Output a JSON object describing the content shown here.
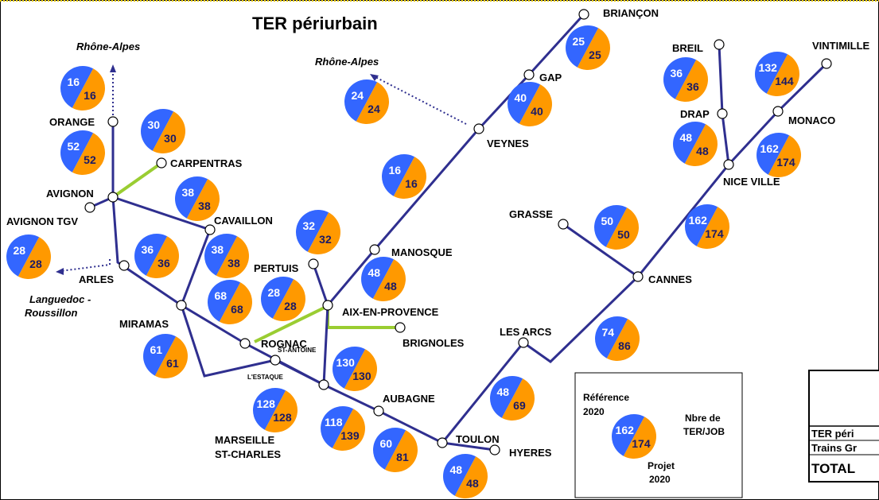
{
  "title": "TER périurbain",
  "colors": {
    "line": "#2f2f8f",
    "green": "#9acd32",
    "ref": "#3366ff",
    "proj": "#ff9900",
    "proj_text": "#1a1a66",
    "ref_text": "#ffffff"
  },
  "direction_labels": {
    "rhone_alpes_1": "Rhône-Alpes",
    "rhone_alpes_2": "Rhône-Alpes",
    "languedoc_1": "Languedoc -",
    "languedoc_2": "Roussillon"
  },
  "stations": {
    "briancon": "BRIANÇON",
    "gap": "GAP",
    "veynes": "VEYNES",
    "manosque": "MANOSQUE",
    "pertuis": "PERTUIS",
    "aix": "AIX-EN-PROVENCE",
    "brignoles": "BRIGNOLES",
    "orange": "ORANGE",
    "carpentras": "CARPENTRAS",
    "avignon": "AVIGNON",
    "avignon_tgv": "AVIGNON TGV",
    "cavaillon": "CAVAILLON",
    "arles": "ARLES",
    "miramas": "MIRAMAS",
    "rognac": "ROGNAC",
    "st_antoine": "ST-ANTOINE",
    "estaque": "L'ESTAQUE",
    "marseille_1": "MARSEILLE",
    "marseille_2": "ST-CHARLES",
    "aubagne": "AUBAGNE",
    "toulon": "TOULON",
    "hyeres": "HYERES",
    "les_arcs": "LES ARCS",
    "grasse": "GRASSE",
    "cannes": "CANNES",
    "nice": "NICE VILLE",
    "monaco": "MONACO",
    "vintimille": "VINTIMILLE",
    "breil": "BREIL",
    "drap": "DRAP"
  },
  "pies": [
    {
      "id": "orange-north",
      "ref": "16",
      "proj": "16"
    },
    {
      "id": "orange-avignon",
      "ref": "52",
      "proj": "52"
    },
    {
      "id": "carpentras",
      "ref": "30",
      "proj": "30"
    },
    {
      "id": "cavaillon",
      "ref": "38",
      "proj": "38"
    },
    {
      "id": "arles-west",
      "ref": "28",
      "proj": "28"
    },
    {
      "id": "arles-miramas",
      "ref": "36",
      "proj": "36"
    },
    {
      "id": "cavaillon-miramas",
      "ref": "38",
      "proj": "38"
    },
    {
      "id": "rognac-miramas",
      "ref": "68",
      "proj": "68"
    },
    {
      "id": "miramas-estaque",
      "ref": "61",
      "proj": "61"
    },
    {
      "id": "pertuis",
      "ref": "32",
      "proj": "32"
    },
    {
      "id": "rognac-aix",
      "ref": "28",
      "proj": "28"
    },
    {
      "id": "aix-manosque",
      "ref": "48",
      "proj": "48"
    },
    {
      "id": "veynes-rhone",
      "ref": "24",
      "proj": "24"
    },
    {
      "id": "manosque-veynes",
      "ref": "16",
      "proj": "16"
    },
    {
      "id": "veynes-gap",
      "ref": "40",
      "proj": "40"
    },
    {
      "id": "gap-briancon",
      "ref": "25",
      "proj": "25"
    },
    {
      "id": "aix-marseille",
      "ref": "130",
      "proj": "130"
    },
    {
      "id": "marseille-estaque",
      "ref": "128",
      "proj": "128"
    },
    {
      "id": "marseille-aubagne",
      "ref": "118",
      "proj": "139"
    },
    {
      "id": "aubagne-toulon",
      "ref": "60",
      "proj": "81"
    },
    {
      "id": "toulon-hyeres",
      "ref": "48",
      "proj": "48"
    },
    {
      "id": "toulon-arcs",
      "ref": "48",
      "proj": "69"
    },
    {
      "id": "arcs-cannes",
      "ref": "74",
      "proj": "86"
    },
    {
      "id": "grasse-cannes",
      "ref": "50",
      "proj": "50"
    },
    {
      "id": "cannes-nice",
      "ref": "162",
      "proj": "174"
    },
    {
      "id": "nice-drap",
      "ref": "48",
      "proj": "48"
    },
    {
      "id": "drap-breil",
      "ref": "36",
      "proj": "36"
    },
    {
      "id": "nice-monaco",
      "ref": "162",
      "proj": "174"
    },
    {
      "id": "monaco-vintimille",
      "ref": "132",
      "proj": "144"
    }
  ],
  "legend": {
    "reference_1": "Référence",
    "reference_2": "2020",
    "count_1": "Nbre de",
    "count_2": "TER/JOB",
    "project_1": "Projet",
    "project_2": "2020",
    "pie": {
      "ref": "162",
      "proj": "174"
    }
  },
  "table": {
    "row1": "TER péri",
    "row2": "Trains Gr",
    "total": "TOTAL"
  }
}
